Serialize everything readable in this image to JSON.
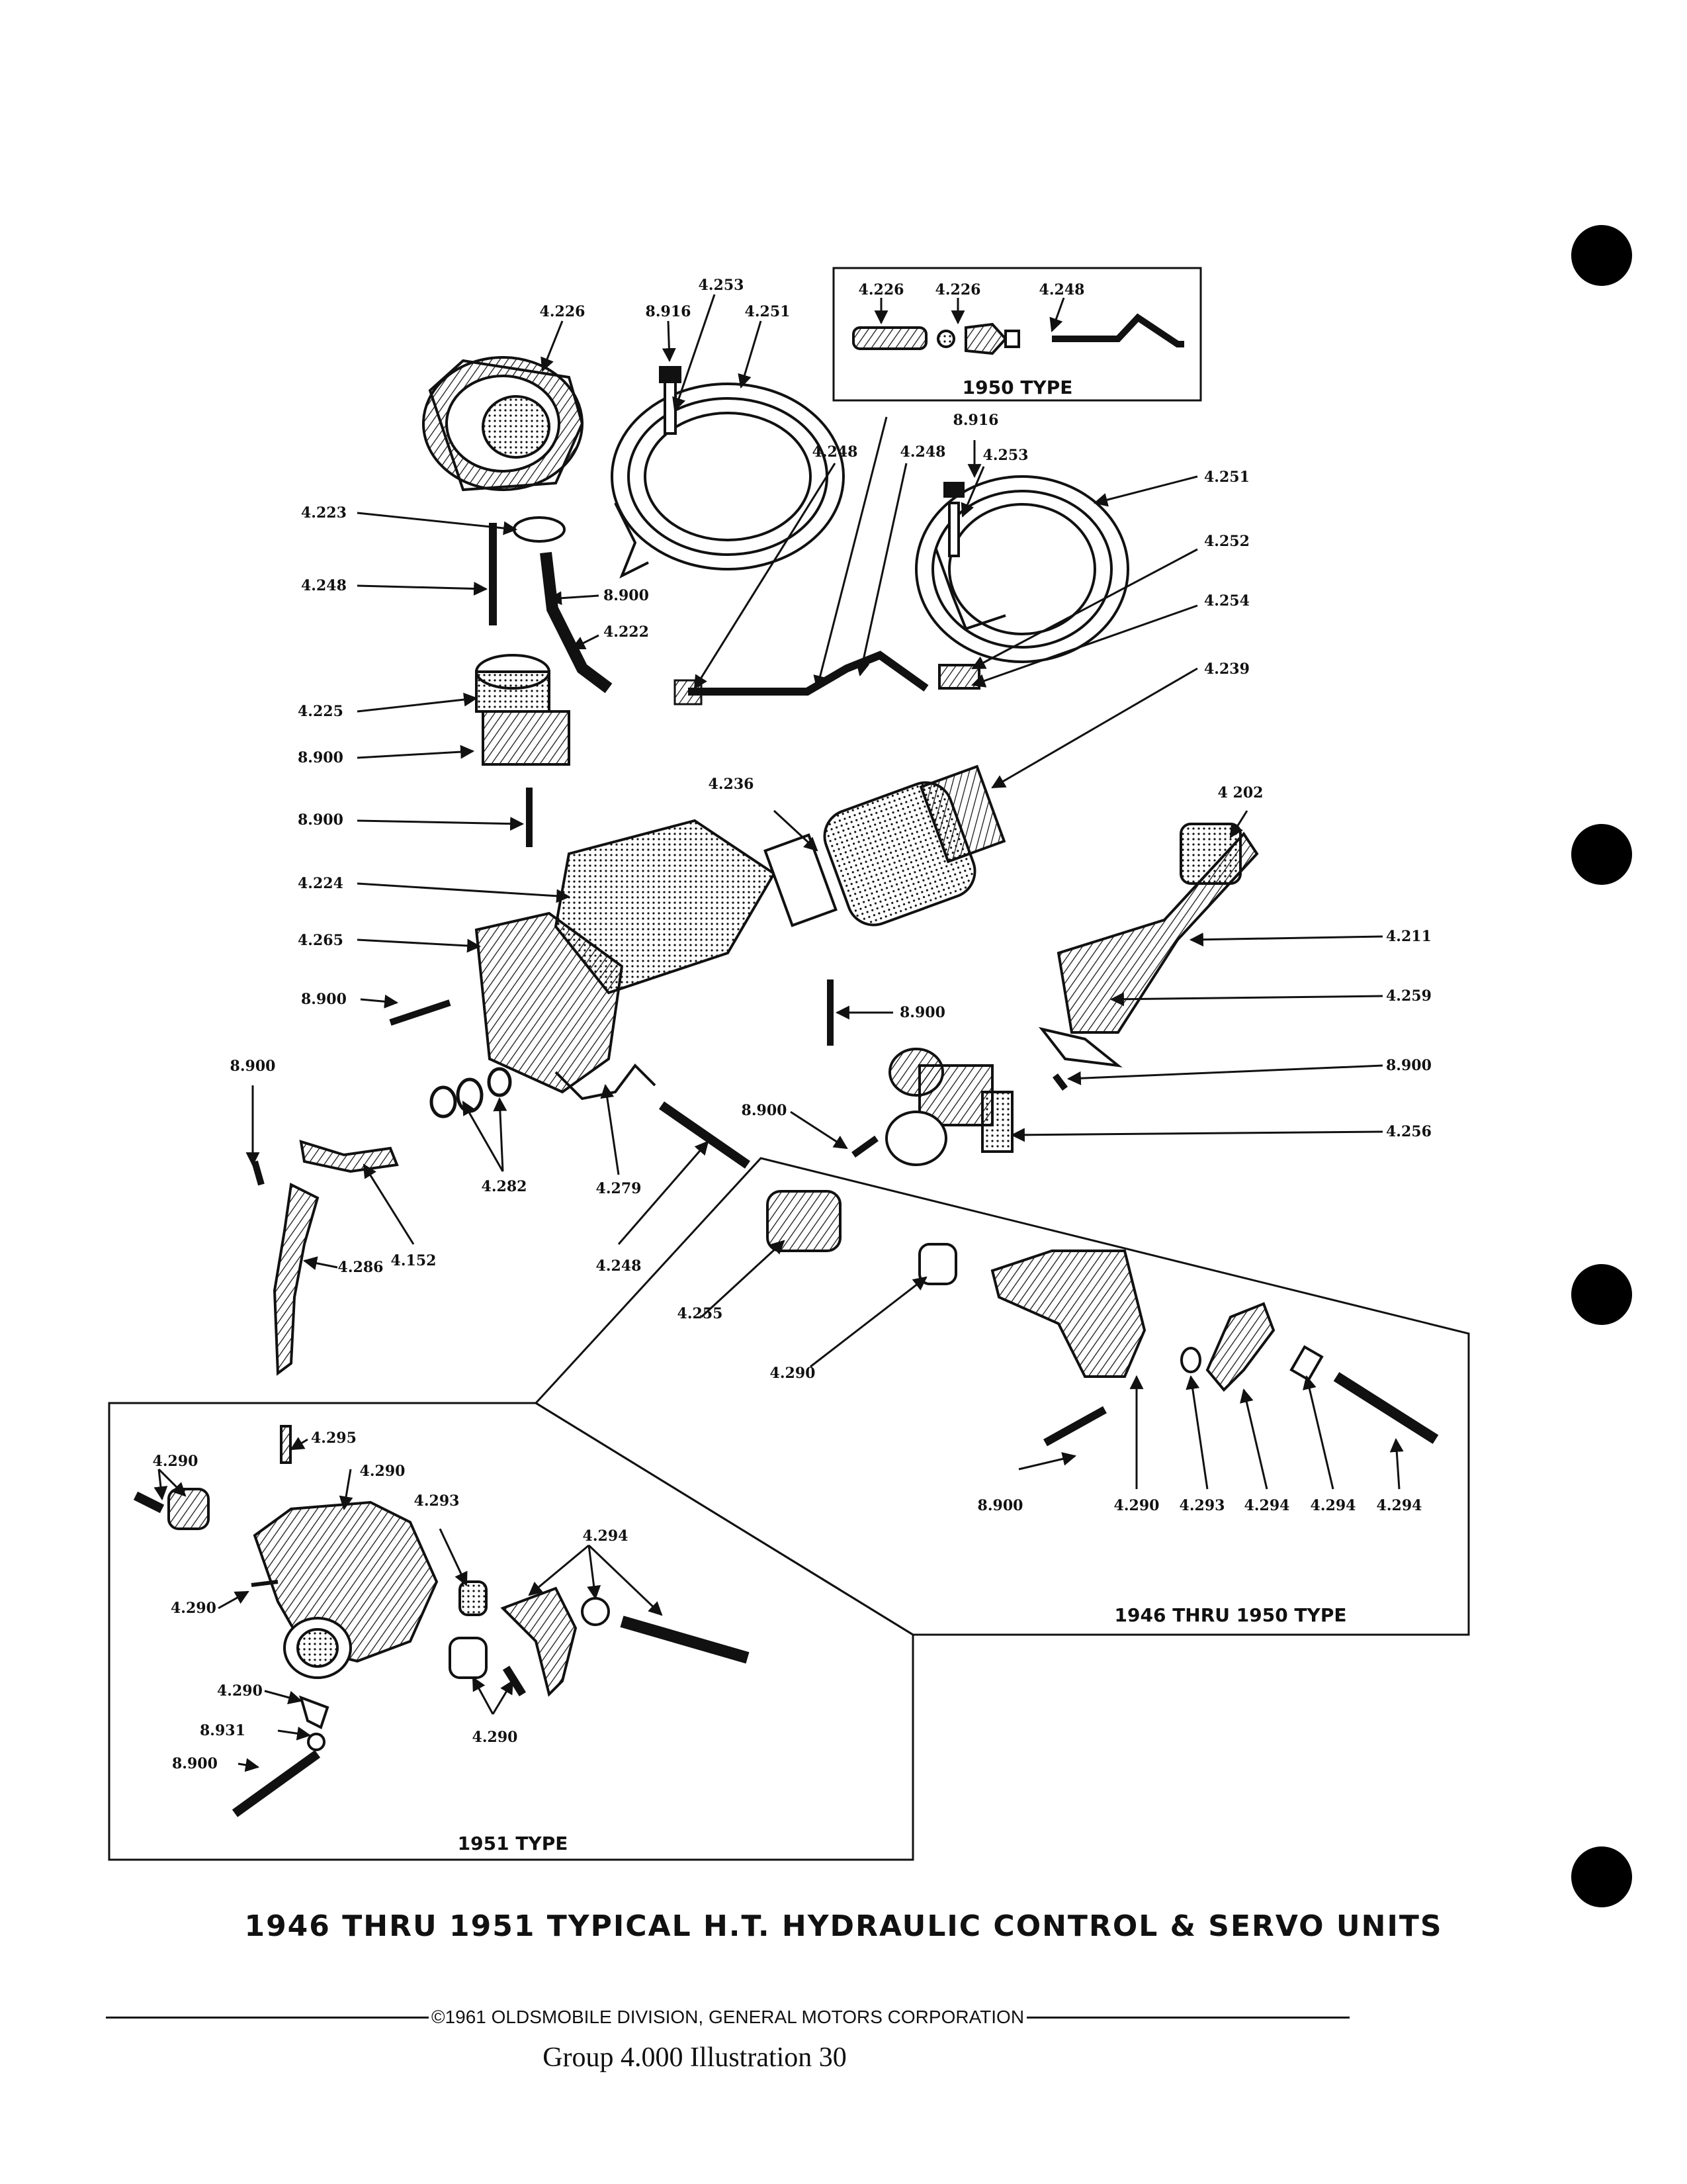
{
  "title": "1946 THRU 1951 TYPICAL H.T. HYDRAULIC CONTROL & SERVO UNITS",
  "copyright": "©1961 OLDSMOBILE DIVISION, GENERAL MOTORS CORPORATION",
  "group_line": "Group  4.000  Illustration  30",
  "boxes": {
    "type_1950": "1950 TYPE",
    "type_1946_1950": "1946 THRU 1950 TYPE",
    "type_1951": "1951 TYPE"
  },
  "labels": [
    "4.226",
    "8.916",
    "4.253",
    "4.251",
    "4.226",
    "4.226",
    "4.248",
    "8.916",
    "4.253",
    "4.251",
    "4.252",
    "4.254",
    "4.239",
    "4.248",
    "4.248",
    "4.223",
    "4.248",
    "8.900",
    "4.222",
    "4.225",
    "8.900",
    "8.900",
    "4.236",
    "4 202",
    "4.224",
    "4.265",
    "4.211",
    "8.900",
    "8.900",
    "4.259",
    "8.900",
    "8.900",
    "8.900",
    "4.256",
    "4.282",
    "4.279",
    "4.152",
    "4.286",
    "4.248",
    "4.255",
    "4.290",
    "8.900",
    "4.290",
    "4.293",
    "4.294",
    "4.294",
    "4.294",
    "4.295",
    "4.290",
    "4.290",
    "4.293",
    "4.294",
    "4.290",
    "4.290",
    "8.931",
    "8.900",
    "4.290"
  ]
}
